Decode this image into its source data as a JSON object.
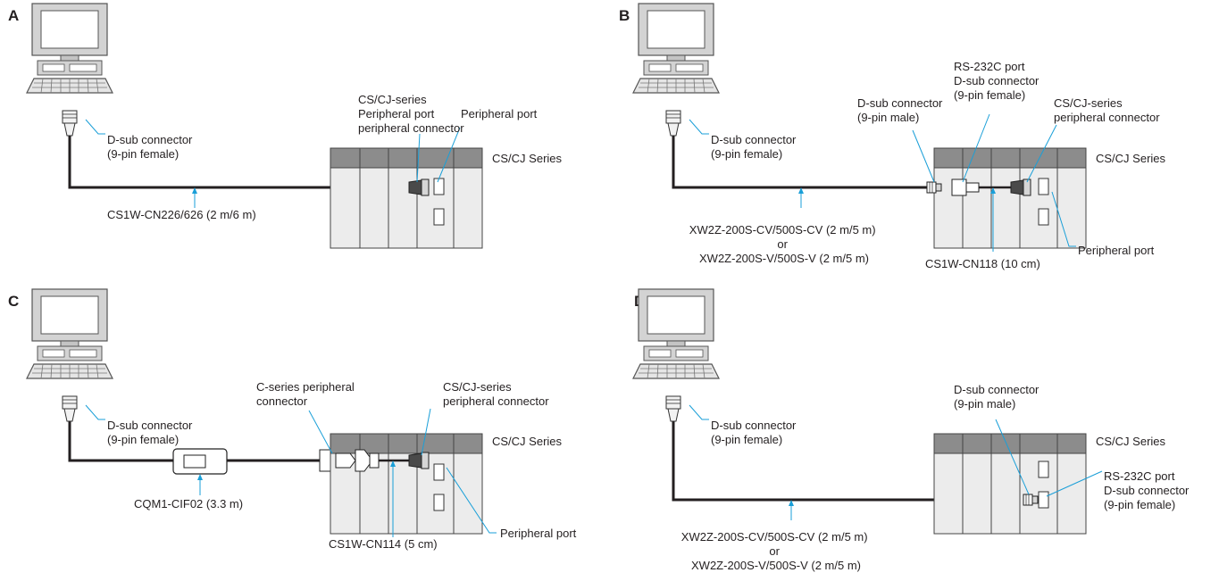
{
  "colors": {
    "leader": "#1a9fd8",
    "cable": "#231f20",
    "plc_top": "#8c8c8c",
    "plc_body": "#ececec",
    "monitor_gray": "#cfcfcf"
  },
  "panels": {
    "A": {
      "letter": "A",
      "pc_connector": [
        "D-sub connector",
        "(9-pin female)"
      ],
      "adapter": [
        "CS/CJ-series",
        "Peripheral port",
        "peripheral connector"
      ],
      "port": [
        "Peripheral port"
      ],
      "series": "CS/CJ Series",
      "cable": [
        "CS1W-CN226/626 (2 m/6 m)"
      ]
    },
    "B": {
      "letter": "B",
      "pc_connector": [
        "D-sub connector",
        "(9-pin female)"
      ],
      "male_conn": [
        "D-sub connector",
        "(9-pin male)"
      ],
      "rs232": [
        "RS-232C port",
        "D-sub connector",
        "(9-pin female)"
      ],
      "adapter": [
        "CS/CJ-series",
        "peripheral connector"
      ],
      "series": "CS/CJ Series",
      "cable": [
        "XW2Z-200S-CV/500S-CV (2 m/5 m)",
        "or",
        "XW2Z-200S-V/500S-V (2 m/5 m)"
      ],
      "short_cable": [
        "CS1W-CN118 (10 cm)"
      ],
      "port": [
        "Peripheral port"
      ]
    },
    "C": {
      "letter": "C",
      "pc_connector": [
        "D-sub connector",
        "(9-pin female)"
      ],
      "c_series": [
        "C-series peripheral",
        "connector"
      ],
      "adapter": [
        "CS/CJ-series",
        "peripheral connector"
      ],
      "series": "CS/CJ Series",
      "converter": [
        "CQM1-CIF02 (3.3 m)"
      ],
      "short_cable": [
        "CS1W-CN114 (5 cm)"
      ],
      "port": [
        "Peripheral port"
      ]
    },
    "D": {
      "letter": "D",
      "pc_connector": [
        "D-sub connector",
        "(9-pin female)"
      ],
      "male_conn": [
        "D-sub connector",
        "(9-pin male)"
      ],
      "series": "CS/CJ Series",
      "rs232": [
        "RS-232C port",
        "D-sub connector",
        "(9-pin female)"
      ],
      "cable": [
        "XW2Z-200S-CV/500S-CV (2 m/5 m)",
        "or",
        "XW2Z-200S-V/500S-V (2 m/5 m)"
      ]
    }
  }
}
